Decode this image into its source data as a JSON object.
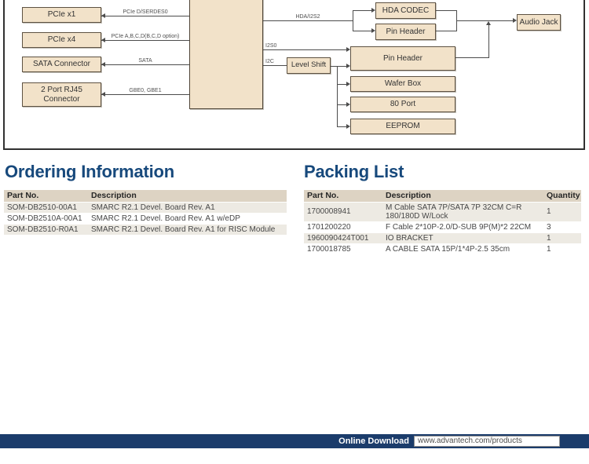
{
  "diagram": {
    "pcie_x1": "PCIe x1",
    "pcie_x4": "PCIe x4",
    "sata_connector": "SATA Connector",
    "rj45_line1": "2 Port RJ45",
    "rj45_line2": "Connector",
    "signal_pcie_d": "PCIe D/SERDES0",
    "signal_pcie_abcd": "PCIe A,B,C,D(B,C,D option)",
    "signal_sata": "SATA",
    "signal_gbe": "GBE0, GBE1",
    "signal_hda": "HDA/I2S2",
    "signal_i2s0": "I2S0",
    "signal_i2c": "I2C",
    "hda_codec": "HDA CODEC",
    "pin_header_small": "Pin Header",
    "audio_jack": "Audio Jack",
    "level_shift": "Level Shift",
    "pin_header_large": "Pin Header",
    "wafer_box": "Wafer Box",
    "port_80": "80 Port",
    "eeprom": "EEPROM"
  },
  "ordering": {
    "title": "Ordering Information",
    "headers": {
      "part": "Part No.",
      "desc": "Description"
    },
    "rows": [
      {
        "part": "SOM-DB2510-00A1",
        "desc": "SMARC R2.1 Devel. Board Rev. A1"
      },
      {
        "part": "SOM-DB2510A-00A1",
        "desc": "SMARC R2.1 Devel. Board Rev. A1 w/eDP"
      },
      {
        "part": "SOM-DB2510-R0A1",
        "desc": "SMARC R2.1 Devel. Board Rev. A1 for RISC Module"
      }
    ]
  },
  "packing": {
    "title": "Packing List",
    "headers": {
      "part": "Part No.",
      "desc": "Description",
      "qty": "Quantity"
    },
    "rows": [
      {
        "part": "1700008941",
        "desc": "M Cable SATA 7P/SATA 7P 32CM C=R 180/180D W/Lock",
        "qty": "1"
      },
      {
        "part": "1701200220",
        "desc": "F Cable 2*10P-2.0/D-SUB 9P(M)*2 22CM",
        "qty": "3"
      },
      {
        "part": "1960090424T001",
        "desc": "IO BRACKET",
        "qty": "1"
      },
      {
        "part": "1700018785",
        "desc": "A CABLE SATA 15P/1*4P-2.5 35cm",
        "qty": "1"
      }
    ]
  },
  "footer": {
    "download_label": "Online Download",
    "url": "www.advantech.com/products"
  },
  "colors": {
    "heading_navy": "#17497c",
    "footer_navy": "#1b3c6b",
    "table_header_bg": "#ddd3c3",
    "row_alt_bg": "#edeae3",
    "box_fill": "#f2e2c9",
    "box_border": "#5e5242",
    "line": "#4c4c4c"
  }
}
